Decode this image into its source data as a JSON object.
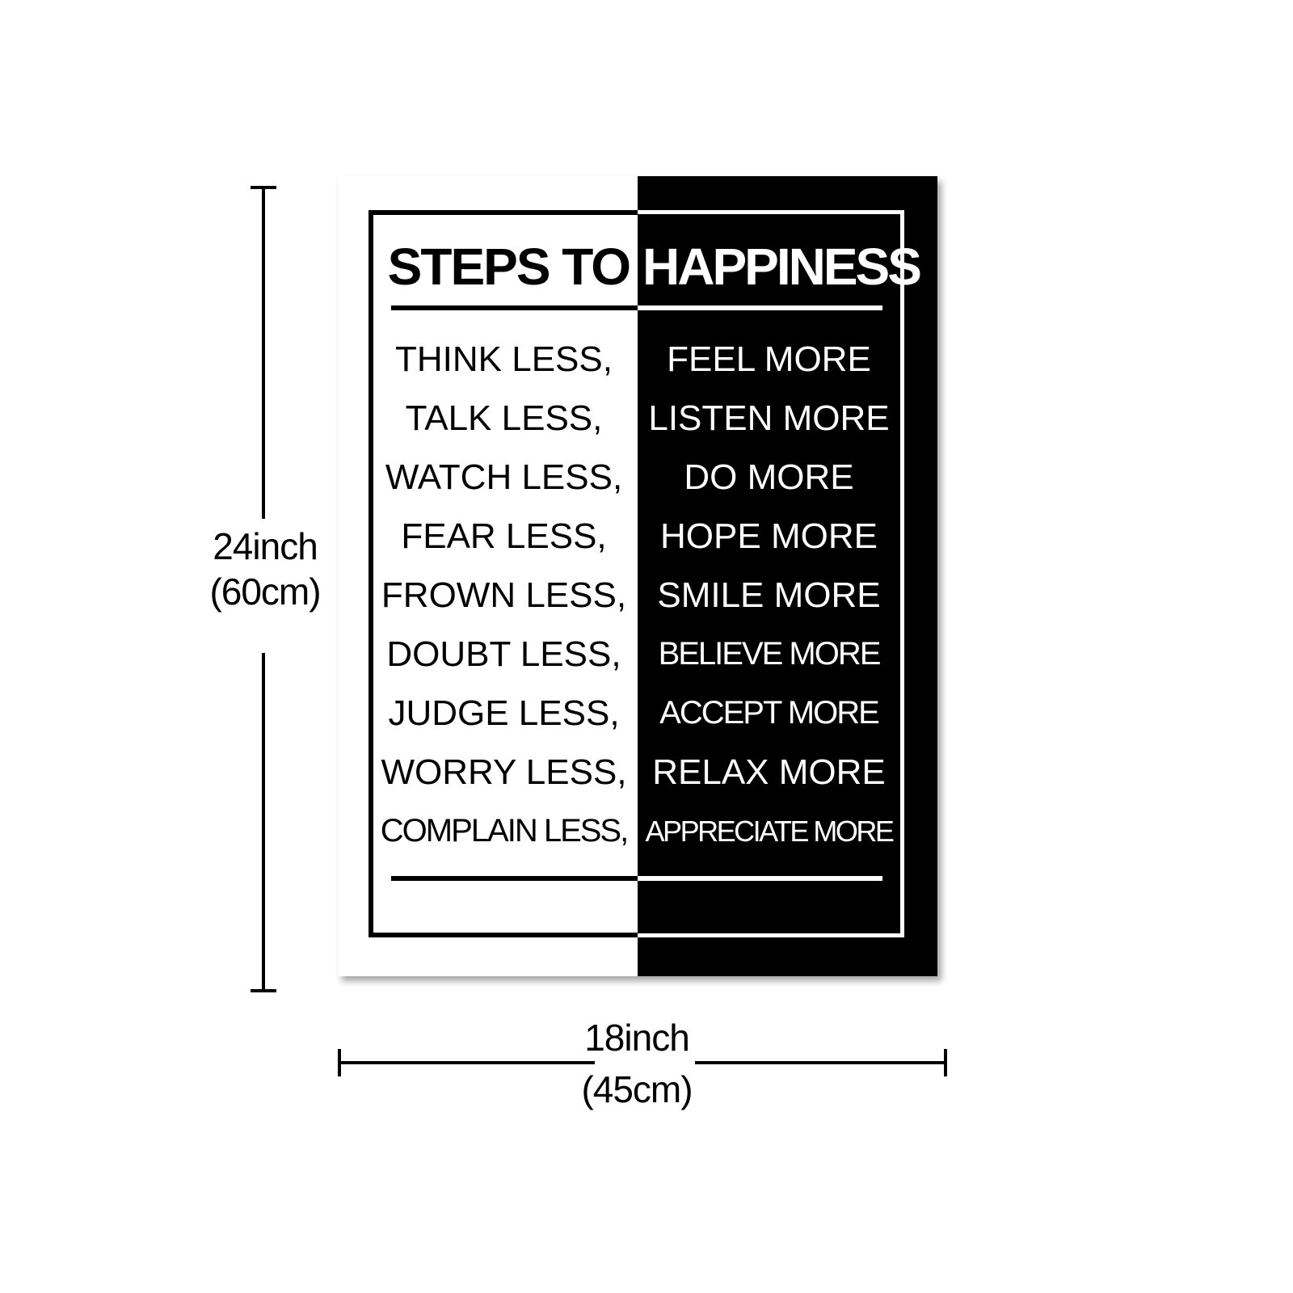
{
  "poster": {
    "heading_left": "STEPS TO",
    "heading_right": "HAPPINESS",
    "rows": [
      {
        "less": "THINK LESS,",
        "more": "FEEL MORE"
      },
      {
        "less": "TALK LESS,",
        "more": "LISTEN MORE"
      },
      {
        "less": "WATCH LESS,",
        "more": "DO MORE"
      },
      {
        "less": "FEAR LESS,",
        "more": "HOPE MORE"
      },
      {
        "less": "FROWN LESS,",
        "more": "SMILE MORE"
      },
      {
        "less": "DOUBT LESS,",
        "more": "BELIEVE MORE"
      },
      {
        "less": "JUDGE LESS,",
        "more": "ACCEPT MORE"
      },
      {
        "less": "WORRY LESS,",
        "more": "RELAX MORE"
      },
      {
        "less": "COMPLAIN LESS,",
        "more": "APPRECIATE MORE"
      }
    ]
  },
  "dimensions": {
    "height_inch": "24inch",
    "height_cm": "(60cm)",
    "width_inch": "18inch",
    "width_cm": "(45cm)"
  },
  "colors": {
    "left_panel": "#ffffff",
    "right_panel": "#000000"
  }
}
